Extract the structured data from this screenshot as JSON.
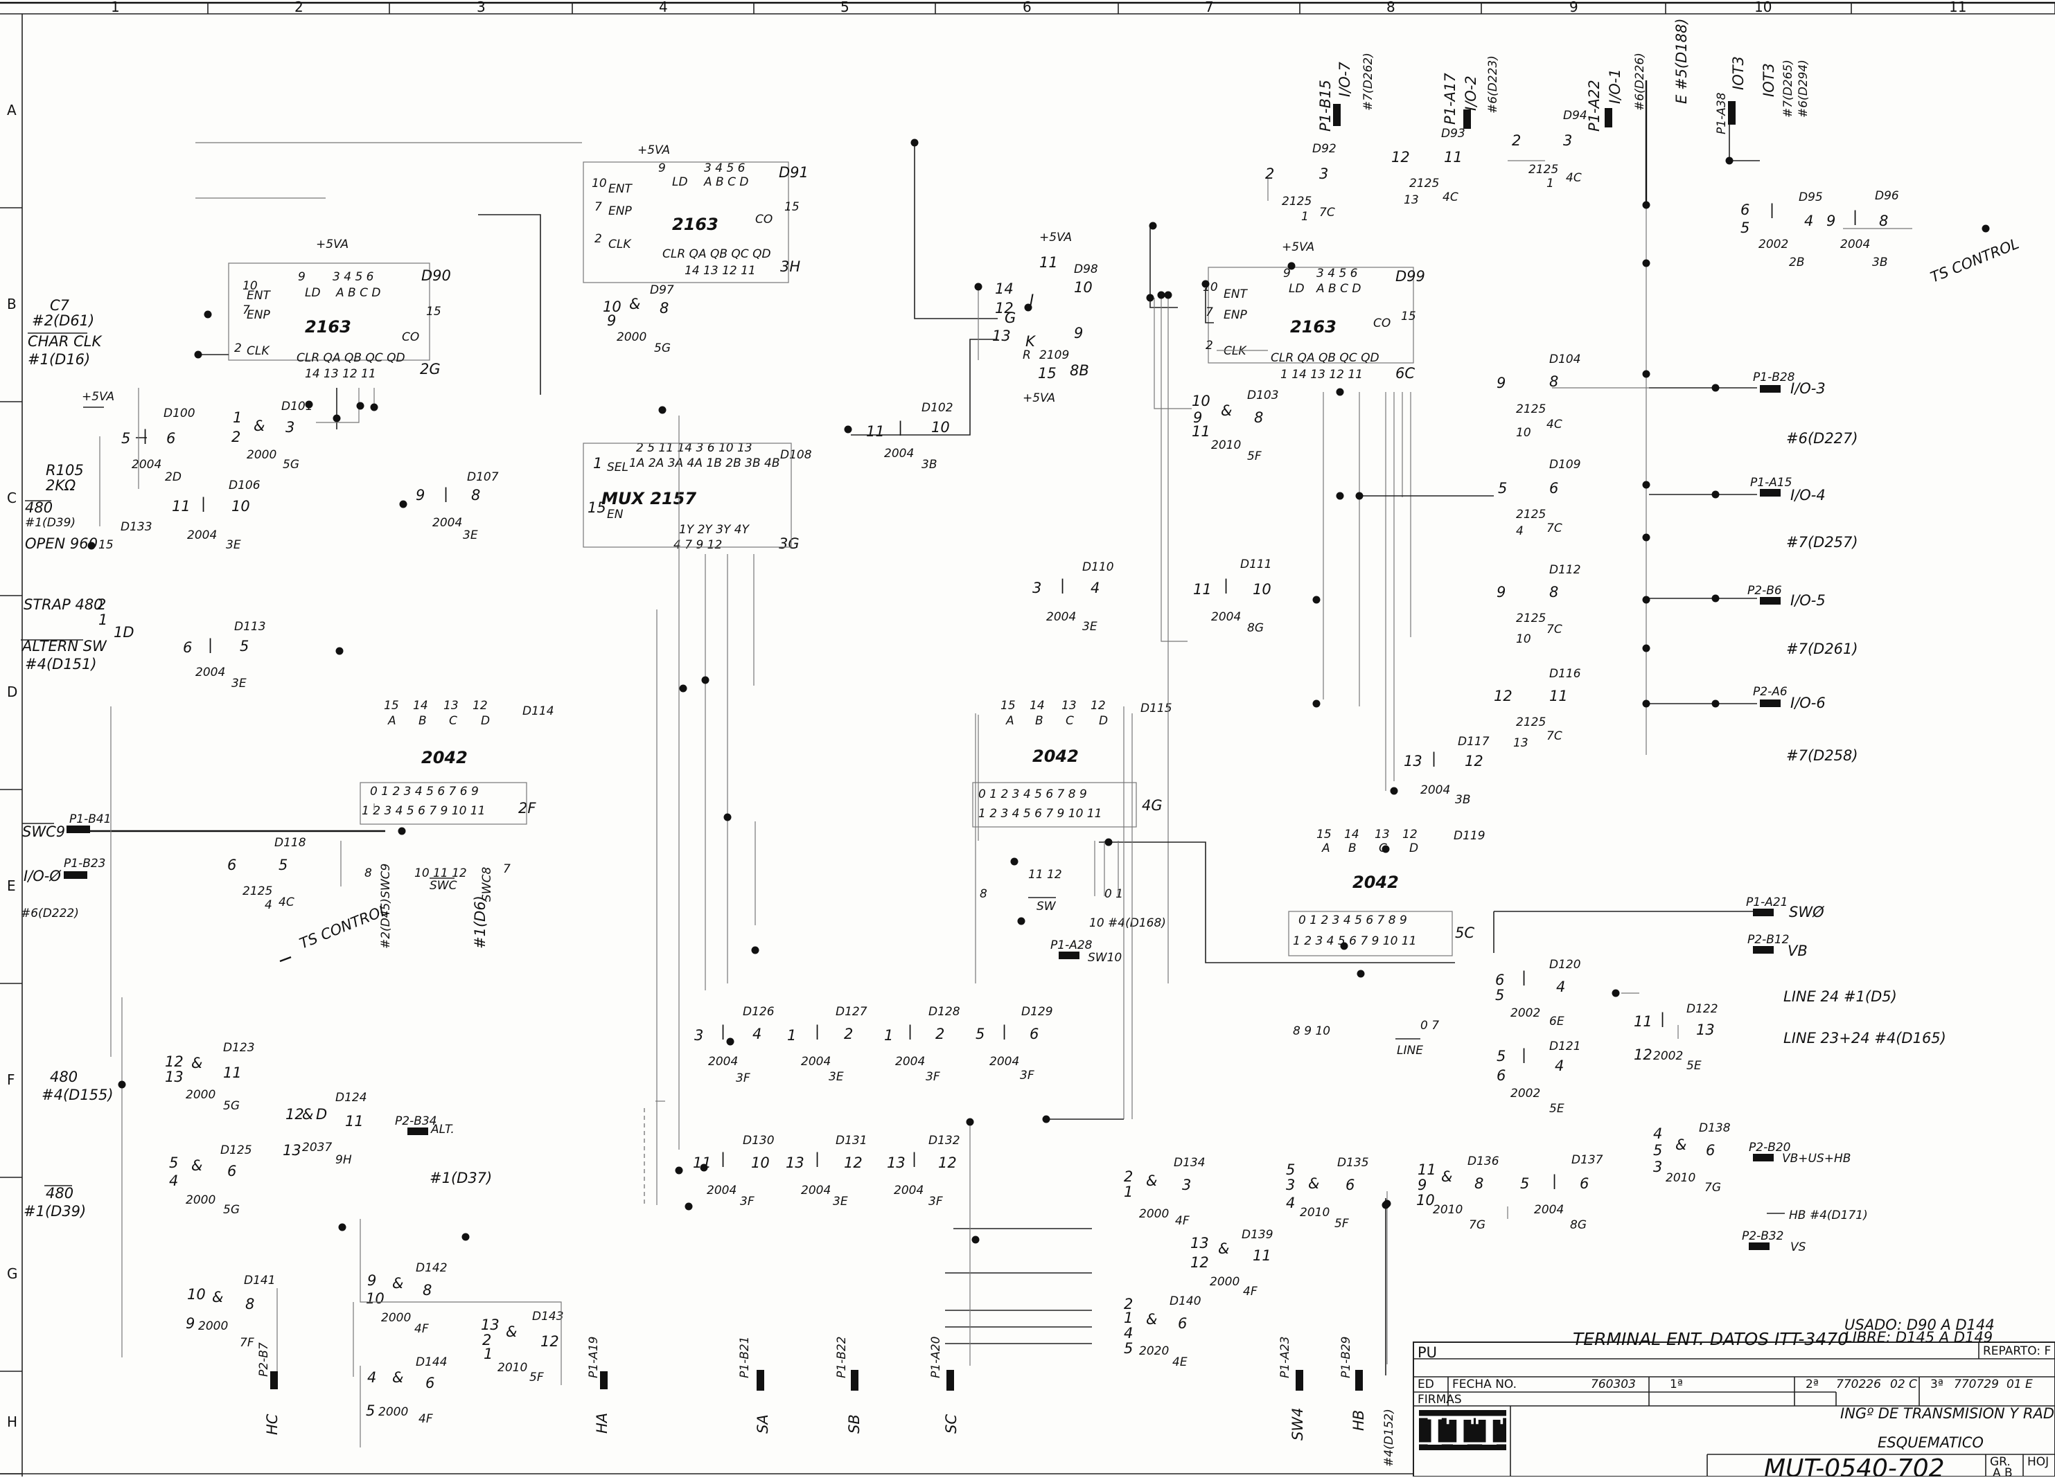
{
  "columns": [
    "1",
    "2",
    "3",
    "4",
    "5",
    "6",
    "7",
    "8",
    "9",
    "10",
    "11"
  ],
  "rows": [
    "A",
    "B",
    "C",
    "D",
    "E",
    "F",
    "G",
    "H"
  ],
  "chips": {
    "d90": {
      "ref": "D90",
      "type": "2163",
      "loc": "2G",
      "pins": [
        "10",
        "7",
        "2",
        "9",
        "3",
        "4",
        "5",
        "6",
        "CLR",
        "QA",
        "QB",
        "QC",
        "QD",
        "14",
        "13",
        "12",
        "11",
        "CO",
        "15"
      ],
      "labels": [
        "ENT",
        "ENP",
        "CLK",
        "LD",
        "A",
        "B",
        "C",
        "D"
      ]
    },
    "d91": {
      "ref": "D91",
      "type": "2163",
      "loc": "3H"
    },
    "d99": {
      "ref": "D99",
      "type": "2163",
      "loc": "6C"
    },
    "d108": {
      "ref": "D108",
      "type": "MUX 2157",
      "loc": "3G"
    },
    "d114": {
      "ref": "D114",
      "type": "2042",
      "loc": "2F"
    },
    "d115": {
      "ref": "D115",
      "type": "2042",
      "loc": "4G"
    },
    "d119": {
      "ref": "D119",
      "type": "2042",
      "loc": "5C"
    }
  },
  "gates": [
    {
      "ref": "D100",
      "type": "2004",
      "loc": "2D",
      "pins": [
        "5",
        "6"
      ]
    },
    {
      "ref": "D101",
      "type": "2000",
      "loc": "5G",
      "pins": [
        "1",
        "2",
        "3"
      ]
    },
    {
      "ref": "D106",
      "type": "2004",
      "loc": "3E",
      "pins": [
        "11",
        "10"
      ]
    },
    {
      "ref": "D107",
      "type": "2004",
      "loc": "3E",
      "pins": [
        "9",
        "8"
      ]
    },
    {
      "ref": "D113",
      "type": "2004",
      "loc": "3E",
      "pins": [
        "6",
        "5"
      ]
    },
    {
      "ref": "D97",
      "type": "2000",
      "loc": "5G",
      "pins": [
        "10",
        "9",
        "8"
      ]
    },
    {
      "ref": "D98",
      "type": "",
      "loc": "",
      "pins": [
        "11",
        "10",
        "9"
      ]
    },
    {
      "ref": "D102",
      "type": "2004",
      "loc": "3B",
      "pins": [
        "11",
        "10"
      ]
    },
    {
      "ref": "D103",
      "type": "2010",
      "loc": "5F",
      "pins": [
        "10",
        "9",
        "11",
        "8"
      ]
    },
    {
      "ref": "D110",
      "type": "2004",
      "loc": "3E",
      "pins": [
        "3",
        "4"
      ]
    },
    {
      "ref": "D111",
      "type": "2004",
      "loc": "8G",
      "pins": [
        "11",
        "10"
      ]
    },
    {
      "ref": "D92",
      "type": "2125",
      "loc": "7C",
      "pins": [
        "2",
        "3",
        "1"
      ]
    },
    {
      "ref": "D93",
      "type": "2125",
      "loc": "4C",
      "pins": [
        "12",
        "11",
        "13"
      ]
    },
    {
      "ref": "D94",
      "type": "2125",
      "loc": "4C",
      "pins": [
        "2",
        "3",
        "1"
      ]
    },
    {
      "ref": "D95",
      "type": "2002",
      "loc": "2B",
      "pins": [
        "6",
        "5",
        "4"
      ]
    },
    {
      "ref": "D96",
      "type": "2004",
      "loc": "3B",
      "pins": [
        "9",
        "8"
      ]
    },
    {
      "ref": "D104",
      "type": "2125",
      "loc": "4C",
      "pins": [
        "9",
        "8",
        "10"
      ]
    },
    {
      "ref": "D109",
      "type": "2125",
      "loc": "7C",
      "pins": [
        "5",
        "6",
        "4"
      ]
    },
    {
      "ref": "D112",
      "type": "2125",
      "loc": "7C",
      "pins": [
        "9",
        "8",
        "10"
      ]
    },
    {
      "ref": "D116",
      "type": "2125",
      "loc": "7C",
      "pins": [
        "12",
        "11",
        "13"
      ]
    },
    {
      "ref": "D117",
      "type": "2004",
      "loc": "3B",
      "pins": [
        "13",
        "12"
      ]
    },
    {
      "ref": "D118",
      "type": "2125",
      "loc": "4C",
      "pins": [
        "6",
        "5",
        "4"
      ]
    },
    {
      "ref": "D120",
      "type": "2002",
      "loc": "6E",
      "pins": [
        "6",
        "5",
        "4"
      ]
    },
    {
      "ref": "D121",
      "type": "2002",
      "loc": "5E",
      "pins": [
        "5",
        "6",
        "4"
      ]
    },
    {
      "ref": "D122",
      "type": "2002",
      "loc": "5E",
      "pins": [
        "11",
        "13",
        "12"
      ]
    },
    {
      "ref": "D123",
      "type": "2000",
      "loc": "5G",
      "pins": [
        "12",
        "13",
        "11"
      ]
    },
    {
      "ref": "D124",
      "type": "2037",
      "loc": "9H",
      "pins": [
        "12",
        "13",
        "11"
      ]
    },
    {
      "ref": "D125",
      "type": "2000",
      "loc": "5G",
      "pins": [
        "5",
        "4",
        "6"
      ]
    },
    {
      "ref": "D126",
      "type": "2004",
      "loc": "3F",
      "pins": [
        "3",
        "4"
      ]
    },
    {
      "ref": "D127",
      "type": "2004",
      "loc": "3E",
      "pins": [
        "1",
        "2"
      ]
    },
    {
      "ref": "D128",
      "type": "2004",
      "loc": "3F",
      "pins": [
        "1",
        "2"
      ]
    },
    {
      "ref": "D129",
      "type": "2004",
      "loc": "3F",
      "pins": [
        "5",
        "6"
      ]
    },
    {
      "ref": "D130",
      "type": "2004",
      "loc": "3F",
      "pins": [
        "11",
        "10"
      ]
    },
    {
      "ref": "D131",
      "type": "2004",
      "loc": "3E",
      "pins": [
        "13",
        "12"
      ]
    },
    {
      "ref": "D132",
      "type": "2004",
      "loc": "3F",
      "pins": [
        "13",
        "12"
      ]
    },
    {
      "ref": "D134",
      "type": "2000",
      "loc": "4F",
      "pins": [
        "2",
        "1",
        "3"
      ]
    },
    {
      "ref": "D135",
      "type": "2010",
      "loc": "5F",
      "pins": [
        "5",
        "3",
        "4",
        "6"
      ]
    },
    {
      "ref": "D136",
      "type": "2010",
      "loc": "7G",
      "pins": [
        "11",
        "9",
        "10",
        "8"
      ]
    },
    {
      "ref": "D137",
      "type": "2004",
      "loc": "8G",
      "pins": [
        "5",
        "6"
      ]
    },
    {
      "ref": "D138",
      "type": "2010",
      "loc": "7G",
      "pins": [
        "4",
        "5",
        "3",
        "6"
      ]
    },
    {
      "ref": "D139",
      "type": "2000",
      "loc": "4F",
      "pins": [
        "13",
        "12",
        "11"
      ]
    },
    {
      "ref": "D140",
      "type": "2020",
      "loc": "4E",
      "pins": [
        "2",
        "1",
        "4",
        "5",
        "6"
      ]
    },
    {
      "ref": "D141",
      "type": "2000",
      "loc": "7F",
      "pins": [
        "10",
        "9",
        "8"
      ]
    },
    {
      "ref": "D142",
      "type": "2000",
      "loc": "4F",
      "pins": [
        "9",
        "10",
        "8"
      ]
    },
    {
      "ref": "D143",
      "type": "2010",
      "loc": "5F",
      "pins": [
        "13",
        "2",
        "1",
        "12"
      ]
    },
    {
      "ref": "D144",
      "type": "2000",
      "loc": "4F",
      "pins": [
        "4",
        "5",
        "6"
      ]
    }
  ],
  "signals": {
    "c7": "C7",
    "c7_ref": "#2(D61)",
    "char_clk": "CHAR CLK",
    "char_clk_ref": "#1(D16)",
    "r105": "R105",
    "r105_val": "2KΩ",
    "p5va": "+5VA",
    "s480": "480",
    "s480_ref": "#1(D39)",
    "open960": "OPEN 960",
    "strap480": "STRAP 480",
    "altern_sw": "ALTERN SW",
    "altern_ref": "#4(D151)",
    "swc9": "SWC9",
    "p1b41": "P1-B41",
    "io0": "I/O-Ø",
    "p1b23": "P1-B23",
    "io0_ref": "#6(D222)",
    "ts_control": "TS CONTROL",
    "f480": "480",
    "f480_ref": "#4(D155)",
    "g480": "480",
    "g480_ref": "#1(D39)",
    "p2b34": "P2-B34",
    "alt": "ALT.",
    "d37": "#1(D37)",
    "p1b15": "P1-B15",
    "io7": "I/O-7",
    "io7_ref": "#7(D262)",
    "p1a17": "P1-A17",
    "io2": "I/O-2",
    "io2_ref": "#6(D223)",
    "p1a22": "P1-A22",
    "io1": "I/O-1",
    "io1_ref": "#6(D226)",
    "e5": "E #5(D188)",
    "p1a38": "P1-A38",
    "iot3": "IOT3",
    "iot3_b": "IOT3",
    "iot3_ref1": "#7(D265)",
    "iot3_ref2": "#6(D294)",
    "ts_control2": "TS CONTROL",
    "p1b28": "P1-B28",
    "io3": "I/O-3",
    "d227": "#6(D227)",
    "p1a15": "P1-A15",
    "io4": "I/O-4",
    "d257": "#7(D257)",
    "p2b6": "P2-B6",
    "io5": "I/O-5",
    "d261": "#7(D261)",
    "p2a6": "P2-A6",
    "io6": "I/O-6",
    "d258": "#7(D258)",
    "p1a21": "P1-A21",
    "sw0": "SWØ",
    "p2b12": "P2-B12",
    "vb": "VB",
    "line24": "LINE 24 #1(D5)",
    "line2324": "LINE 23+24 #4(D165)",
    "p2b20": "P2-B20",
    "vb_us_hb": "VB+US+HB",
    "hb4": "HB #4(D171)",
    "p2b32": "P2-B32",
    "vs": "VS",
    "p1a28": "P1-A28",
    "sw10": "SW10",
    "d168": "10 #4(D168)",
    "swc": "SWC",
    "line": "LINE",
    "sw": "SW",
    "p2b7": "P2-B7",
    "hc": "HC",
    "p1a19": "P1-A19",
    "ha": "HA",
    "p1b21": "P1-B21",
    "sa": "SA",
    "p1b22": "P1-B22",
    "sb": "SB",
    "p1a20": "P1-A20",
    "sc": "SC",
    "p1a23": "P1-A23",
    "sw4": "SW4",
    "p1b29": "P1-B29",
    "hb": "HB",
    "hb_ref": "#4(D152)"
  },
  "title_block": {
    "pu": "PU",
    "title": "TERMINAL ENT. DATOS ITT-3470",
    "usado": "USADO: D90 A D144",
    "libre": "LIBRE: D145 A D149",
    "reparto": "REPARTO: F",
    "ed": "ED",
    "fecha_no": "FECHA NO.",
    "firmas": "FIRMAS",
    "date1": "760303",
    "ed1": "1ª",
    "ed2": "2ª",
    "date2": "770226",
    "ed2_code": "02 C",
    "ed3": "3ª",
    "date3": "770729",
    "ed3_code": "01 E",
    "logo": "ITT",
    "dept": "INGº DE TRANSMISION Y RADIO",
    "kind": "ESQUEMATICO",
    "drawing_no": "MUT-0540-702",
    "gr": "GR.",
    "gr_val": "A B",
    "hoja": "HOJ"
  }
}
